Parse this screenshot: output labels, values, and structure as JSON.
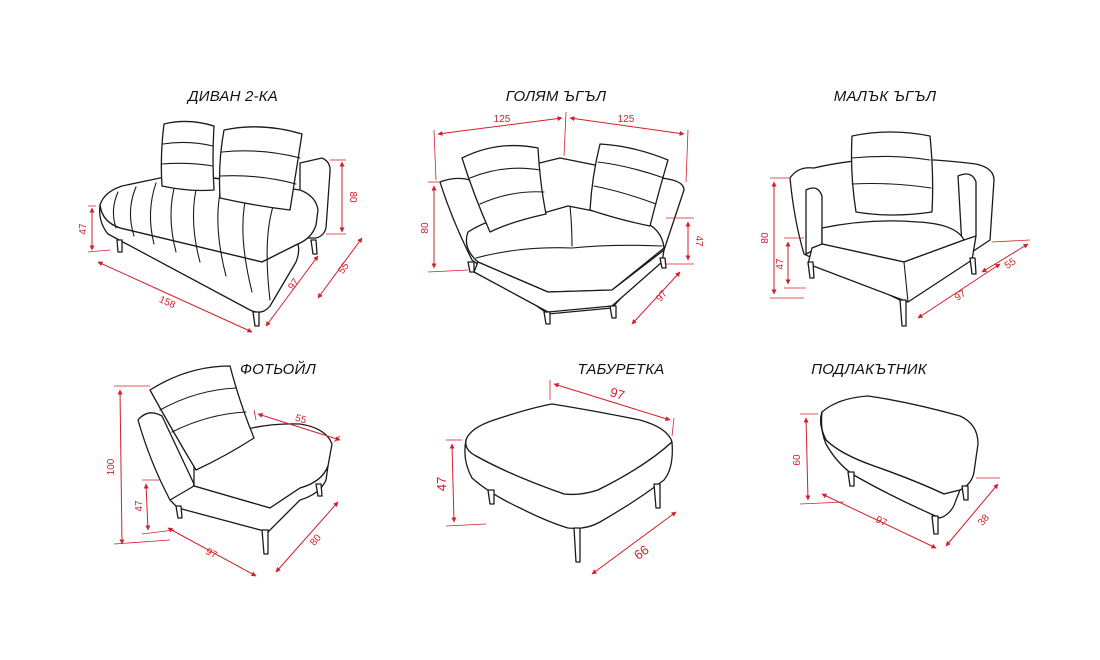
{
  "accent_color": "#d21f2b",
  "line_color": "#1a1a1a",
  "items": [
    {
      "title": "ДИВАН 2-КА",
      "dims": {
        "width": "158",
        "depth": "97",
        "depth2": "55",
        "height": "47",
        "back": "80"
      }
    },
    {
      "title": "ГОЛЯМ ЪГЪЛ",
      "dims": {
        "left": "125",
        "right": "125",
        "height": "80",
        "seat": "47",
        "depth": "97"
      }
    },
    {
      "title": "МАЛЪК ЪГЪЛ",
      "dims": {
        "height": "80",
        "seat": "47",
        "depth": "97",
        "depth2": "55"
      }
    },
    {
      "title": "ФОТЬОЙЛ",
      "dims": {
        "height": "100",
        "seat": "47",
        "width": "97",
        "depth": "80",
        "back": "55"
      }
    },
    {
      "title": "ТАБУРЕТКА",
      "dims": {
        "width": "97",
        "height": "47",
        "depth": "66"
      }
    },
    {
      "title": "ПОДЛАКЪТНИК",
      "dims": {
        "height": "60",
        "width": "97",
        "depth": "38"
      }
    }
  ]
}
